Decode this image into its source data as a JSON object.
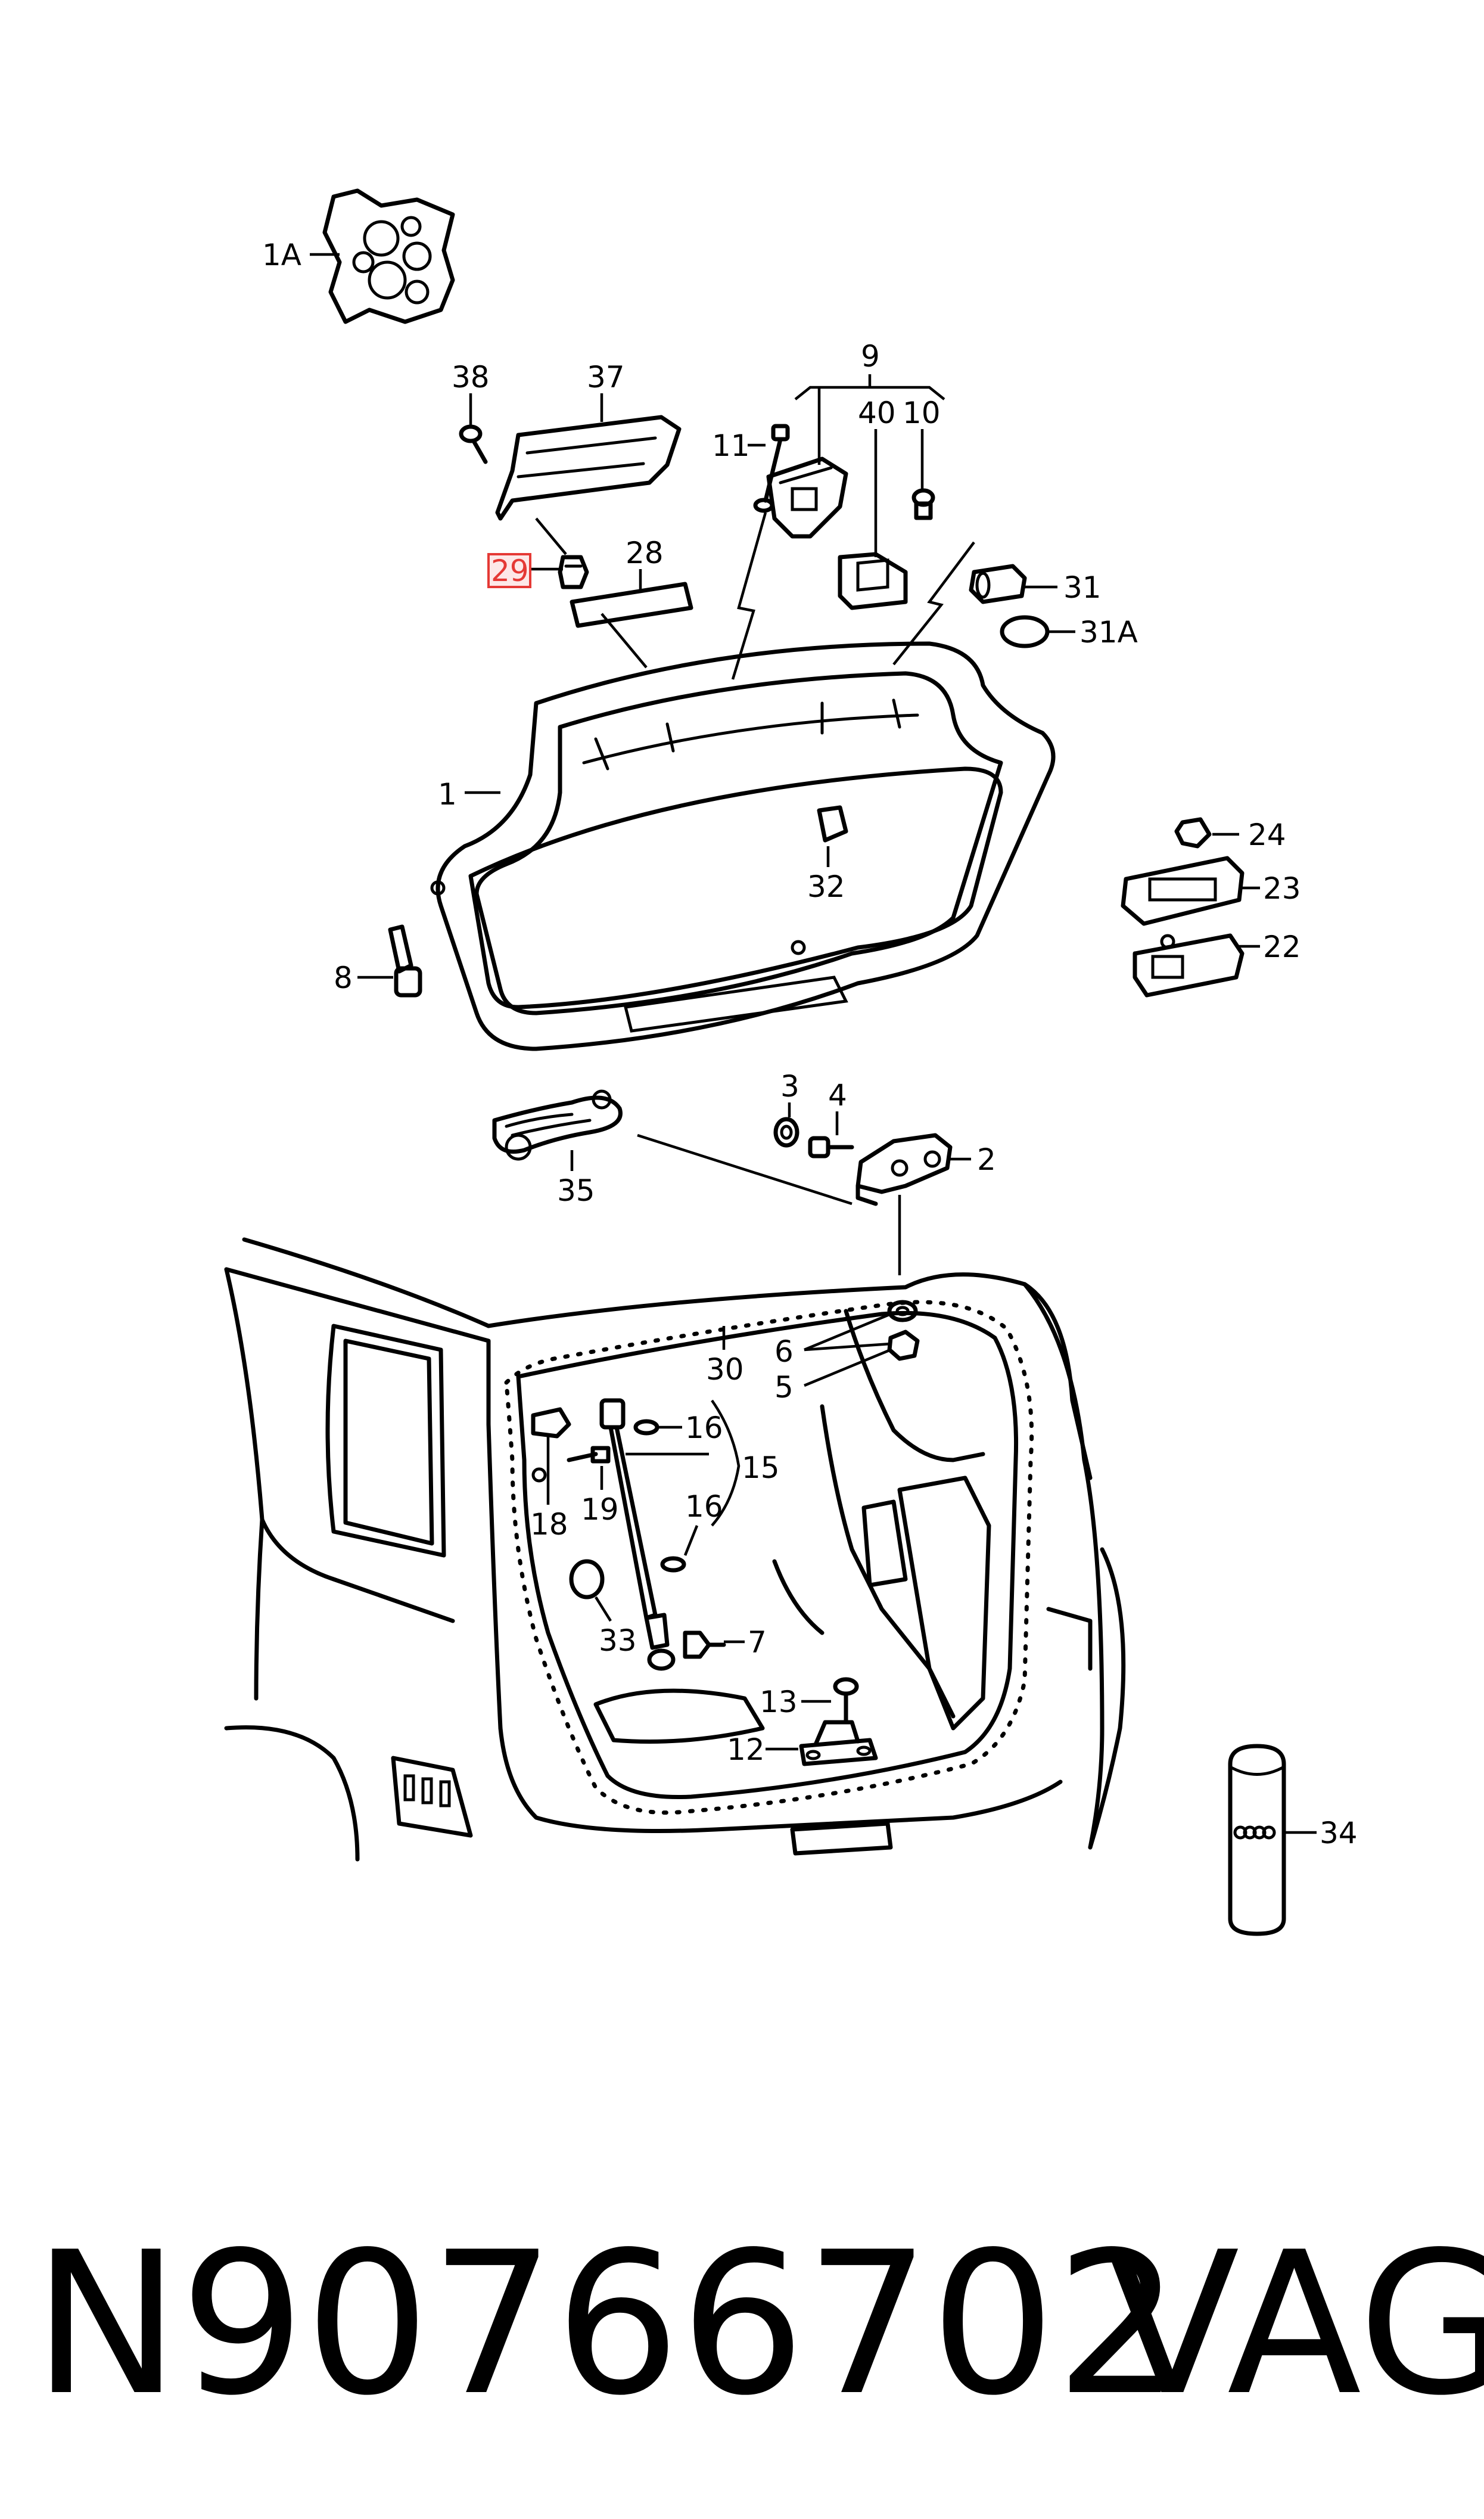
{
  "callouts": {
    "c1A": "1A",
    "c38": "38",
    "c37": "37",
    "c9": "9",
    "c11": "11",
    "c40": "40",
    "c10": "10",
    "c29": "29",
    "c28": "28",
    "c31": "31",
    "c31A": "31A",
    "c1": "1",
    "c32": "32",
    "c8": "8",
    "c24": "24",
    "c23": "23",
    "c22": "22",
    "c3": "3",
    "c4": "4",
    "c2": "2",
    "c35": "35",
    "c30": "30",
    "c6": "6",
    "c5": "5",
    "c16a": "16",
    "c15": "15",
    "c16b": "16",
    "c18": "18",
    "c19": "19",
    "c33": "33",
    "c7": "7",
    "c13": "13",
    "c12": "12",
    "c34": "34"
  },
  "highlight_color": "#e53935",
  "footer": {
    "part_number": "N90766702",
    "brand": "VAG"
  }
}
